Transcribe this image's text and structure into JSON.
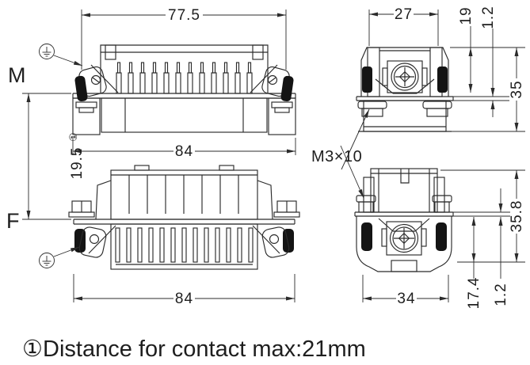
{
  "drawing": {
    "note": "①Distance for contact max:21mm",
    "views": {
      "male_side": {
        "label": "M",
        "dim_top_width": "77.5",
        "dim_flange_width": "84"
      },
      "female_side": {
        "label": "F",
        "dim_flange_width": "84"
      },
      "male_end": {
        "dim_width": "27",
        "dim_height_above_flange": "19",
        "dim_flange_thickness": "1.2",
        "dim_total_height": "35"
      },
      "female_end": {
        "dim_width": "34",
        "dim_depth_below_flange": "17.4",
        "dim_flange_thickness": "1.2",
        "dim_total_height": "35.8"
      },
      "between_views": {
        "dim_mount_distance": "19.5",
        "ref_mark": "①"
      }
    },
    "annotations": {
      "screw_spec": "M3×10"
    },
    "icons": {
      "ground": "protective-earth-symbol"
    },
    "colors": {
      "line": "#2b2b2b",
      "pad": "#141414",
      "background": "#ffffff",
      "text": "#1e1e1e"
    }
  }
}
